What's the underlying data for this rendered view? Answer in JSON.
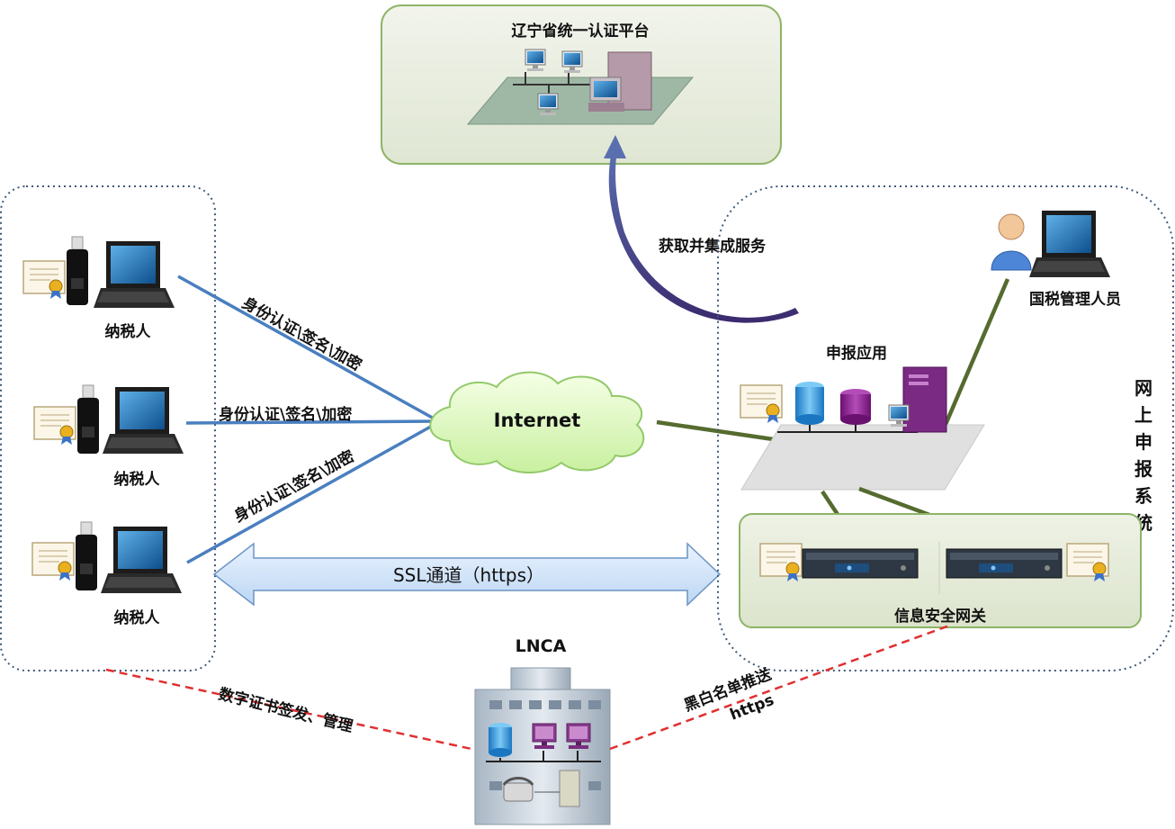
{
  "platform": {
    "title": "辽宁省统一认证平台"
  },
  "taxpayers": [
    {
      "label": "纳税人"
    },
    {
      "label": "纳税人"
    },
    {
      "label": "纳税人"
    }
  ],
  "links": {
    "auth1": "身份认证\\签名\\加密",
    "auth2": "身份认证\\签名\\加密",
    "auth3": "身份认证\\签名\\加密",
    "service": "获取并集成服务",
    "ssl": "SSL通道（https）",
    "issue": "数字证书签发、管理",
    "blacklist_1": "黑白名单推送",
    "blacklist_2": "https"
  },
  "internet": {
    "label": "Internet"
  },
  "system": {
    "title_chars": [
      "网",
      "上",
      "申",
      "报",
      "系",
      "统"
    ],
    "app_label": "申报应用",
    "staff_label": "国税管理人员",
    "gateway_label": "信息安全网关"
  },
  "lnca": {
    "label": "LNCA"
  }
}
